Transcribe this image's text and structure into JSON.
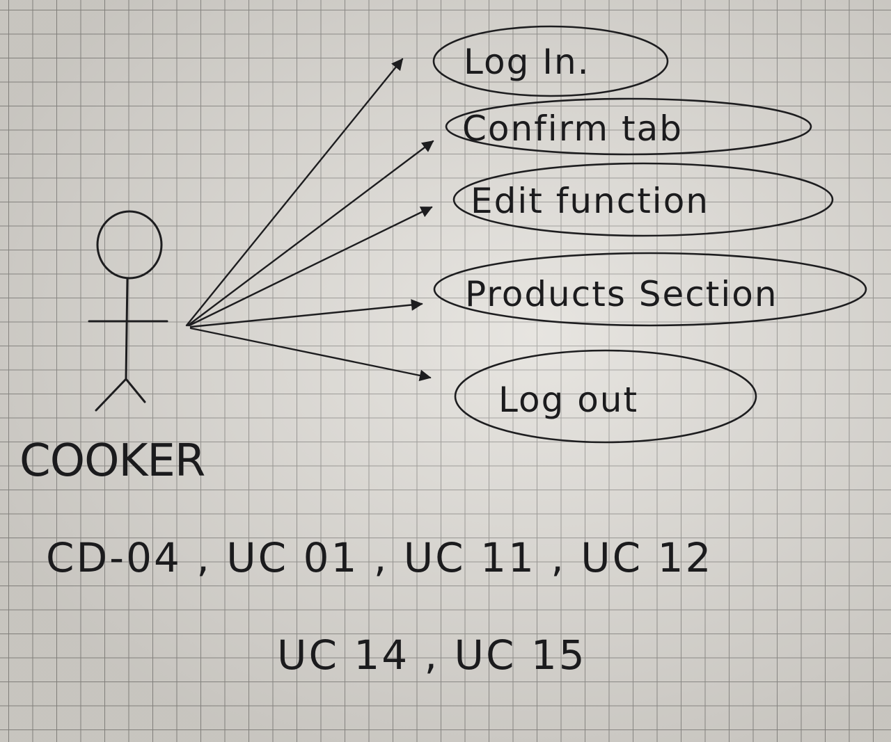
{
  "actor": {
    "name": "COOKER"
  },
  "use_cases": [
    {
      "label": "Log In."
    },
    {
      "label": "Confirm tab"
    },
    {
      "label": "Edit function"
    },
    {
      "label": "Products Section"
    },
    {
      "label": "Log out"
    }
  ],
  "references": {
    "line1": "CD-04 , UC 01 , UC 11 , UC 12",
    "line2": "UC 14 , UC 15"
  }
}
